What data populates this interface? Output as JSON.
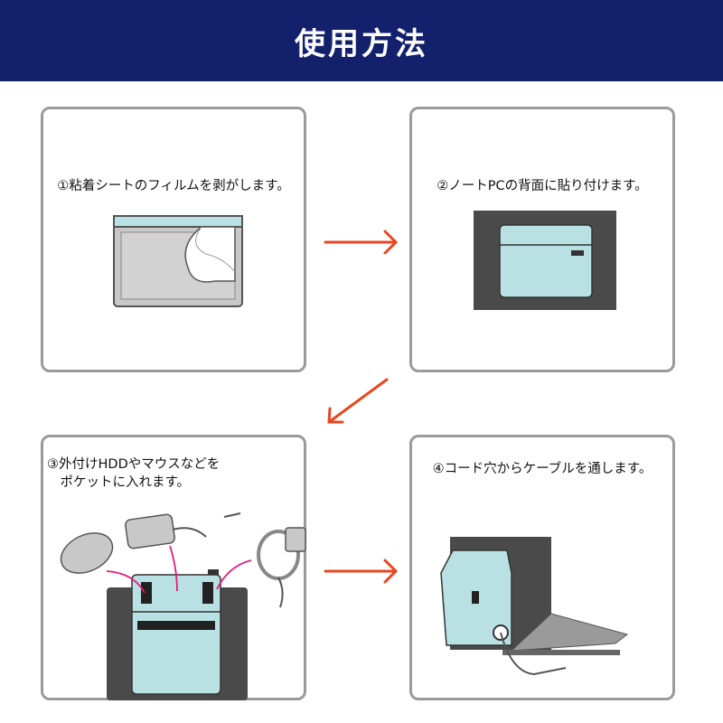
{
  "header": {
    "title": "使用方法"
  },
  "steps": [
    {
      "caption": "①粘着シートのフィルムを剥がします。"
    },
    {
      "caption": "②ノートPCの背面に貼り付けます。"
    },
    {
      "caption_line1": "③外付けHDDやマウスなどを",
      "caption_line2": "　ポケットに入れます。"
    },
    {
      "caption": "④コード穴からケーブルを通します。"
    }
  ],
  "colors": {
    "header": "#13216d",
    "arrow": "#e8461e",
    "pocket": "#b9e1e3",
    "laptop": "#4a4a4a",
    "border": "#9a9a9a"
  }
}
